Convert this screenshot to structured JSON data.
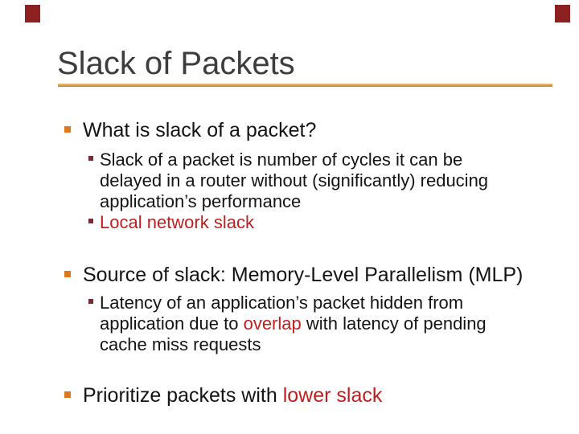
{
  "slide": {
    "title": "Slack of Packets",
    "accent_colors": {
      "corner_mark": "#8d2020",
      "title_text": "#3d3d3d",
      "underline_orange": "#c67f27",
      "level1_bullet": "#dc781e",
      "level2_bullet": "#7a2a34",
      "body_text": "#141414",
      "highlight_red": "#c01f1f"
    }
  },
  "sections": [
    {
      "heading": [
        {
          "text": "What is slack of a packet?",
          "red": false
        }
      ],
      "items": [
        [
          {
            "text": "Slack of a packet is number of cycles it can be delayed in a router without (significantly) reducing application’s performance",
            "red": false
          }
        ],
        [
          {
            "text": "Local network slack",
            "red": true
          }
        ]
      ]
    },
    {
      "heading": [
        {
          "text": "Source of slack: Memory-Level Parallelism (MLP)",
          "red": false
        }
      ],
      "items": [
        [
          {
            "text": "Latency of an application’s packet hidden from application due to ",
            "red": false
          },
          {
            "text": "overlap",
            "red": true
          },
          {
            "text": " with latency of pending cache miss requests",
            "red": false
          }
        ]
      ]
    },
    {
      "heading": [
        {
          "text": "Prioritize packets with ",
          "red": false
        },
        {
          "text": "lower slack",
          "red": true
        }
      ],
      "items": []
    }
  ]
}
